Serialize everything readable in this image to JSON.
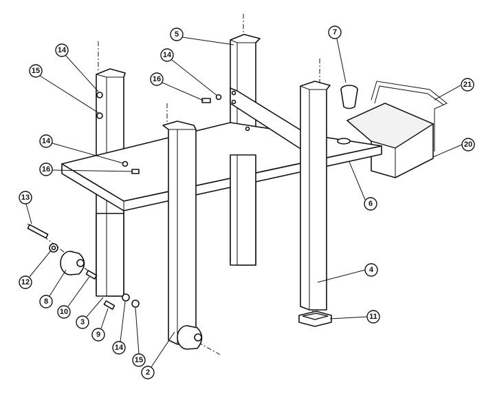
{
  "title": "Stand assembly exploded parts diagram",
  "callouts": {
    "a": "14",
    "b": "15",
    "c": "5",
    "d": "14",
    "e": "16",
    "f": "7",
    "g": "21",
    "h": "20",
    "i": "6",
    "j": "14",
    "k": "16",
    "l": "13",
    "m": "12",
    "n": "8",
    "o": "10",
    "p": "3",
    "q": "9",
    "r": "14",
    "s": "15",
    "t": "2",
    "u": "4",
    "v": "11"
  }
}
